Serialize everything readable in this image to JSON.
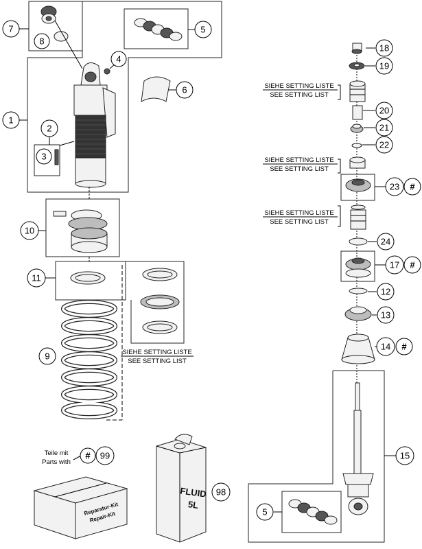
{
  "callouts": {
    "c1": "1",
    "c2": "2",
    "c3": "3",
    "c4": "4",
    "c5": "5",
    "c5b": "5",
    "c6": "6",
    "c7": "7",
    "c8": "8",
    "c9": "9",
    "c10": "10",
    "c11": "11",
    "c12": "12",
    "c13": "13",
    "c14": "14",
    "c15": "15",
    "c17": "17",
    "c18": "18",
    "c19": "19",
    "c20": "20",
    "c21": "21",
    "c22": "22",
    "c23": "23",
    "c24": "24",
    "c98": "98",
    "c99": "99"
  },
  "hash_marks": {
    "h23": "#",
    "h17": "#",
    "h14": "#",
    "hlegend": "#"
  },
  "setting_notes": {
    "de": "SIEHE SETTING LISTE",
    "en": "SEE SETTING LIST"
  },
  "legend": {
    "line1": "Teile mit",
    "line2": "Parts with"
  },
  "canister": {
    "line1": "FLUID",
    "line2": "5L"
  },
  "repair_kit": {
    "line1": "Reparatur-Kit",
    "line2": "Repair-Kit"
  }
}
